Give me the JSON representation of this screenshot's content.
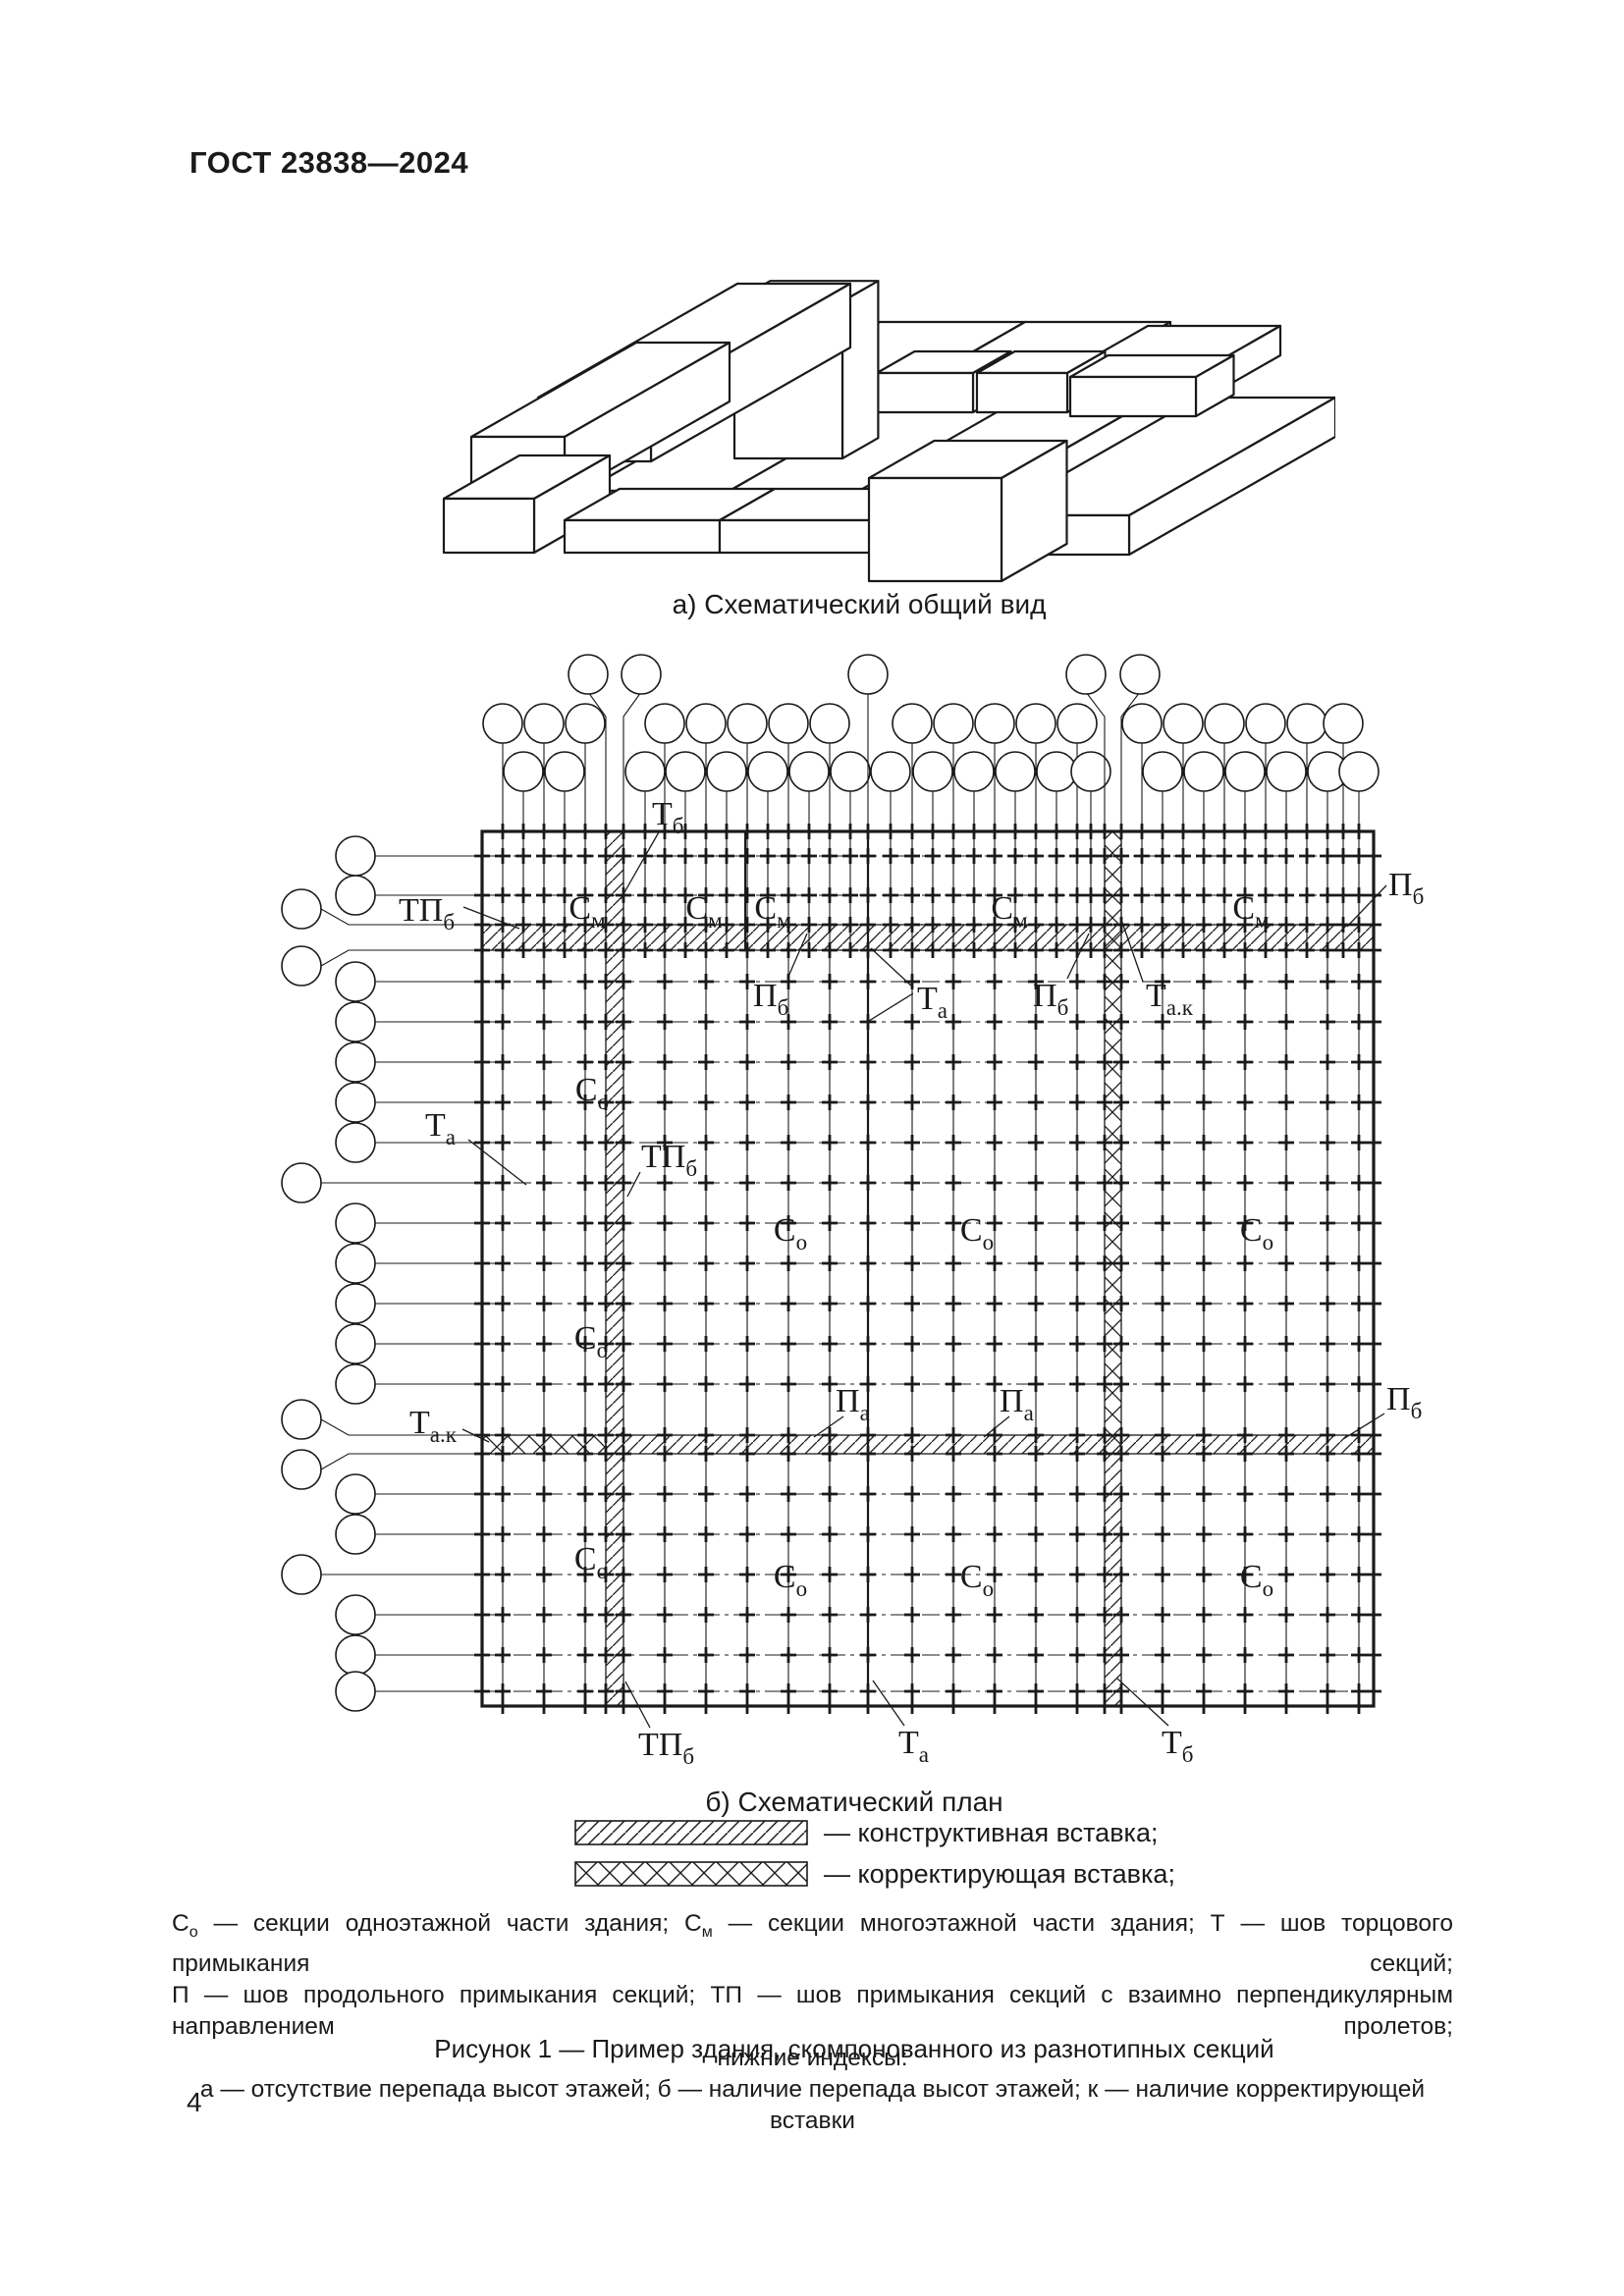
{
  "page": {
    "header": "ГОСТ 23838—2024",
    "number": "4"
  },
  "figure": {
    "caption_a": "а)  Схематический общий вид",
    "caption_b": "б)  Схематический план",
    "caption_figure": "Рисунок 1 — Пример здания, скомпонованного из разнотипных секций"
  },
  "legend": [
    {
      "id": "constructive-insert",
      "pattern": "hatch",
      "label": "— конструктивная вставка;"
    },
    {
      "id": "correcting-insert",
      "pattern": "cross",
      "label": "— корректирующая вставка;"
    }
  ],
  "plan_labels": [
    {
      "id": "tb_top",
      "main": "Т",
      "sub": "б"
    },
    {
      "id": "tpb_left_top",
      "main": "ТП",
      "sub": "б"
    },
    {
      "id": "sm1",
      "main": "С",
      "sub": "м"
    },
    {
      "id": "sm2",
      "main": "С",
      "sub": "м"
    },
    {
      "id": "sm3",
      "main": "С",
      "sub": "м"
    },
    {
      "id": "sm4",
      "main": "С",
      "sub": "м"
    },
    {
      "id": "sm5",
      "main": "С",
      "sub": "м"
    },
    {
      "id": "pb_top_right",
      "main": "П",
      "sub": "б"
    },
    {
      "id": "pb_mid1",
      "main": "П",
      "sub": "б"
    },
    {
      "id": "ta_top",
      "main": "Т",
      "sub": "а"
    },
    {
      "id": "pb_mid2",
      "main": "П",
      "sub": "б"
    },
    {
      "id": "tak_top",
      "main": "Т",
      "sub": "а.к"
    },
    {
      "id": "ta_left",
      "main": "Т",
      "sub": "а"
    },
    {
      "id": "tpb_mid",
      "main": "ТП",
      "sub": "б"
    },
    {
      "id": "co1",
      "main": "С",
      "sub": "о"
    },
    {
      "id": "co2",
      "main": "С",
      "sub": "о"
    },
    {
      "id": "co3",
      "main": "С",
      "sub": "о"
    },
    {
      "id": "co4",
      "main": "С",
      "sub": "о"
    },
    {
      "id": "co5",
      "main": "С",
      "sub": "о"
    },
    {
      "id": "co6",
      "main": "С",
      "sub": "о"
    },
    {
      "id": "co7",
      "main": "С",
      "sub": "о"
    },
    {
      "id": "co8",
      "main": "С",
      "sub": "о"
    },
    {
      "id": "co9",
      "main": "С",
      "sub": "о"
    },
    {
      "id": "tak_left",
      "main": "Т",
      "sub": "а.к"
    },
    {
      "id": "pa1",
      "main": "П",
      "sub": "а"
    },
    {
      "id": "pa2",
      "main": "П",
      "sub": "а"
    },
    {
      "id": "pb_right_mid",
      "main": "П",
      "sub": "б"
    },
    {
      "id": "tpb_bottom",
      "main": "ТП",
      "sub": "б"
    },
    {
      "id": "ta_bottom",
      "main": "Т",
      "sub": "а"
    },
    {
      "id": "tb_bottom",
      "main": "Т",
      "sub": "б"
    }
  ],
  "notes": {
    "lines": [
      {
        "align": "justify",
        "segments": [
          {
            "t": "С",
            "sub": "о"
          },
          {
            "t": " — секции одноэтажной части здания; "
          },
          {
            "t": "С",
            "sub": "м"
          },
          {
            "t": " — секции многоэтажной части здания; Т — шов торцового примыкания секций;"
          }
        ]
      },
      {
        "align": "justify",
        "segments": [
          {
            "t": "П — шов продольного примыкания секций; ТП — шов примыкания секций с взаимно перпендикулярным направлением пролетов;"
          }
        ]
      },
      {
        "align": "center",
        "segments": [
          {
            "t": "нижние индексы:"
          }
        ]
      },
      {
        "align": "center",
        "segments": [
          {
            "t": "а — отсутствие перепада высот этажей; б — наличие перепада высот этажей; к — наличие корректирующей вставки"
          }
        ]
      }
    ]
  }
}
